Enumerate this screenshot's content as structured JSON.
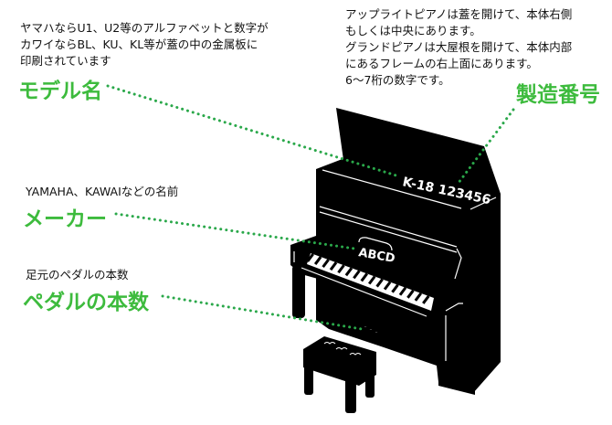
{
  "colors": {
    "accent": "#3dbb3d",
    "piano": "#000000"
  },
  "model": {
    "description": [
      "ヤマハならU1、U2等のアルファベットと数字が",
      "カワイならBL、KU、KL等が蓋の中の金属板に",
      "印刷されています"
    ],
    "label": "モデル名"
  },
  "serial": {
    "description": [
      "アップライトピアノは蓋を開けて、本体右側",
      "もしくは中央にあります。",
      "グランドピアノは大屋根を開けて、本体内部",
      "にあるフレームの右上面にあります。",
      "6〜7桁の数字です。"
    ],
    "label": "製造番号"
  },
  "maker": {
    "description": "YAMAHA、KAWAIなどの名前",
    "label": "メーカー"
  },
  "pedal": {
    "description": "足元のペダルの本数",
    "label": "ペダルの本数"
  },
  "piano": {
    "plate_text": "K-18 123456",
    "brand_text": "ABCD"
  }
}
